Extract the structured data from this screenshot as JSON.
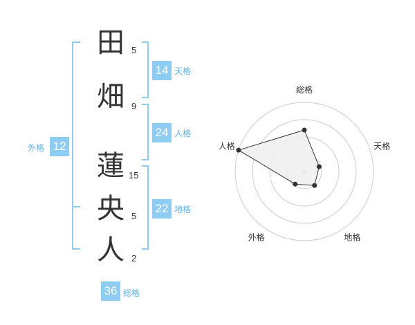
{
  "name": {
    "chars": [
      {
        "char": "田",
        "strokes": "5"
      },
      {
        "char": "畑",
        "strokes": "9"
      },
      {
        "char": "蓮",
        "strokes": "15"
      },
      {
        "char": "央",
        "strokes": "5"
      },
      {
        "char": "人",
        "strokes": "2"
      }
    ]
  },
  "kakusu": {
    "tenkaku": {
      "value": "14",
      "label": "天格"
    },
    "jinkaku": {
      "value": "24",
      "label": "人格"
    },
    "chikaku": {
      "value": "22",
      "label": "地格"
    },
    "gaikaku": {
      "value": "12",
      "label": "外格"
    },
    "soukaku": {
      "value": "36",
      "label": "総格"
    }
  },
  "chart_data": {
    "type": "radar",
    "axes": [
      "総格",
      "天格",
      "地格",
      "外格",
      "人格"
    ],
    "values": [
      2.4,
      0.9,
      1.0,
      0.9,
      4.0
    ],
    "rmax": 4,
    "rings": 4
  },
  "colors": {
    "accent": "#8fccf2",
    "accent_text": "#5cb4ea",
    "radar_fill": "#eeeeee",
    "radar_line": "#333333",
    "ring": "#cccccc"
  }
}
